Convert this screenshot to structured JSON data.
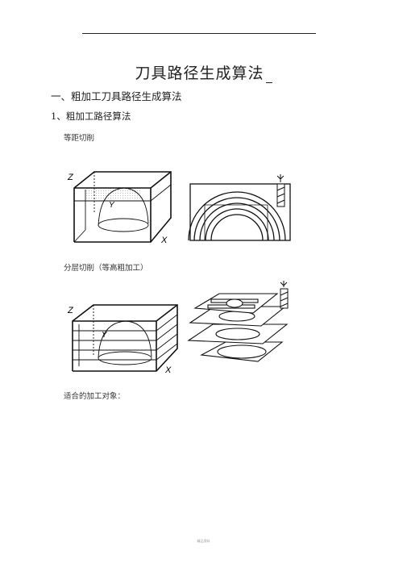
{
  "document": {
    "title": "刀具路径生成算法",
    "heading1": "一、粗加工刀具路径生成算法",
    "heading2": "1、粗加工路径算法",
    "caption_equidistant": "等距切削",
    "caption_layered": "分层切削（等高粗加工）",
    "caption_suitable": "适合的加工对象：",
    "footer": "精品资料"
  },
  "figures": {
    "axis_z": "Z",
    "axis_y": "Y",
    "axis_x": "X"
  }
}
